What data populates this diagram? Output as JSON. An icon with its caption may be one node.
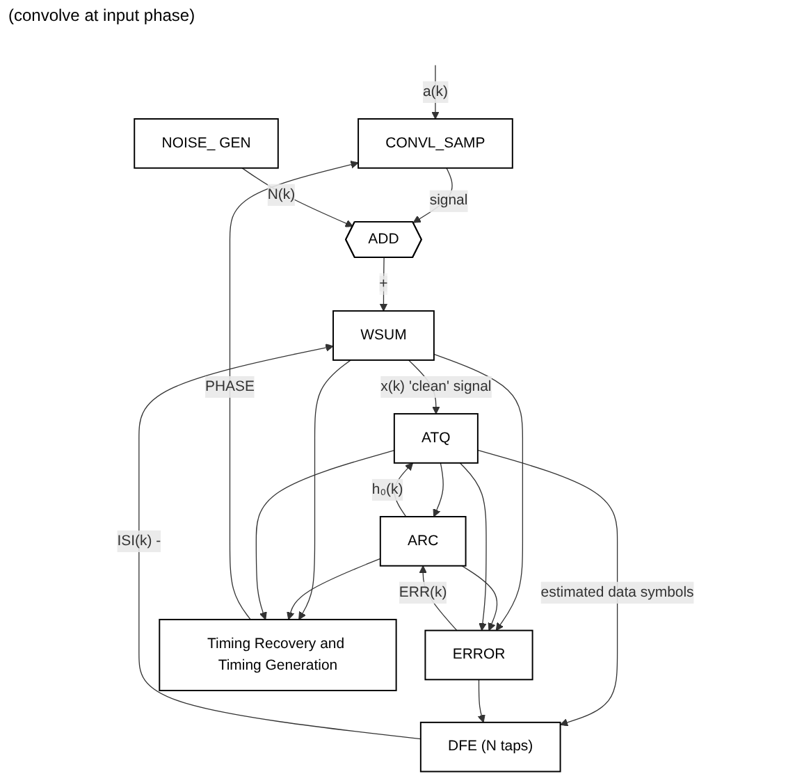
{
  "diagram": {
    "nodes": [
      {
        "text": [
          "CONVL_SAMP"
        ]
      },
      {
        "text": [
          "ADD"
        ]
      },
      {
        "text": [
          "NOISE_ GEN"
        ]
      },
      {
        "text": [
          "ARC"
        ]
      },
      {
        "text": [
          "DFE (N taps)"
        ]
      },
      {
        "text": [
          "WSUM"
        ]
      },
      {
        "text": [
          "ATQ"
        ]
      },
      {
        "text": [
          "ERROR"
        ]
      },
      {
        "text": [
          "Timing Recovery and Timing Generation"
        ]
      }
    ],
    "edges": [
      {
        "from": null,
        "to": 0,
        "arrow": "to",
        "label": "a(k)"
      },
      {
        "from": 0,
        "to": 1,
        "arrow": "to",
        "label": "signal"
      },
      {
        "from": 2,
        "to": 1,
        "arrow": "to",
        "label": "N(k)"
      },
      {
        "from": 1,
        "to": 5,
        "arrow": "to",
        "label": "+"
      },
      {
        "from": 4,
        "to": 5,
        "arrow": "to",
        "label": "ISI(k) -"
      },
      {
        "from": 5,
        "to": 6,
        "arrow": "to",
        "label": "x(k) 'clean' signal"
      },
      {
        "from": 5,
        "to": 7,
        "arrow": "to"
      },
      {
        "from": 5,
        "to": 8,
        "arrow": "to"
      },
      {
        "from": 3,
        "to": 6,
        "arrow": "to",
        "label": "h₀(k)"
      },
      {
        "from": 3,
        "to": 7,
        "arrow": "to"
      },
      {
        "from": 3,
        "to": 8,
        "arrow": "to"
      },
      {
        "from": 6,
        "to": 3,
        "arrow": "to"
      },
      {
        "from": 6,
        "to": 4,
        "arrow": "to",
        "label": "estimated data symbols"
      },
      {
        "from": 6,
        "to": 7,
        "arrow": "to"
      },
      {
        "from": 6,
        "to": 8,
        "arrow": "to"
      },
      {
        "from": 7,
        "to": 4,
        "arrow": "to"
      },
      {
        "from": 7,
        "to": 3,
        "arrow": "to",
        "label": "ERR(k)"
      },
      {
        "from": 8,
        "to": 0,
        "arrow": "to",
        "label": "PHASE"
      }
    ],
    "labels": [
      "(convolve at input phase)"
    ]
  }
}
